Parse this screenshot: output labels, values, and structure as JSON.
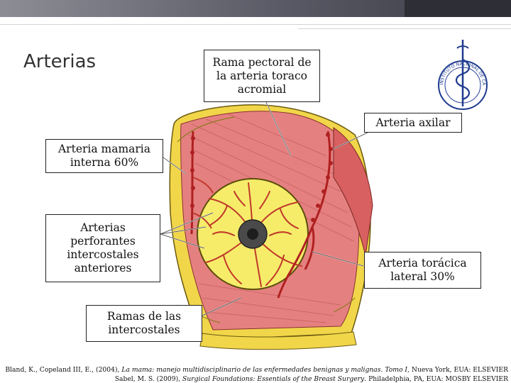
{
  "slide": {
    "title": "Arterias",
    "colors": {
      "muscle": "#e07070",
      "breast": "#f6ec6a",
      "artery": "#c0392b",
      "fat": "#f1d64a"
    }
  },
  "labels": {
    "rama_pectoral": "Rama pectoral de\nla arteria toraco\nacromial",
    "arteria_axilar": "Arteria axilar",
    "mamaria_interna": "Arteria mamaria\ninterna 60%",
    "perforantes": "Arterias\nperforantes\nintercostales\nanteriores",
    "toracica_lateral": "Arteria torácica\nlateral 30%",
    "ramas_intercostales": "Ramas de las\nintercostales"
  },
  "logo": {
    "text": "INSTITUTO NACIONAL DE CANCEROLOGÍA México",
    "icon": "caduceus-icon"
  },
  "citations": {
    "line1_prefix": "Bland, K., Copeland III, E., (2004), ",
    "line1_title": "La mama: manejo multidisciplinario de las enfermedades benignas y malignas. Tomo I,",
    "line1_suffix": "  Nueva York, EUA: ELSEVIER",
    "line2_prefix": "Sabel, M. S. (2009), ",
    "line2_title": "Surgical Foundations: Essentials of the Breast Surgery",
    "line2_suffix": ". Philadelphia, PA, EUA: MOSBY ELSEVIER"
  }
}
